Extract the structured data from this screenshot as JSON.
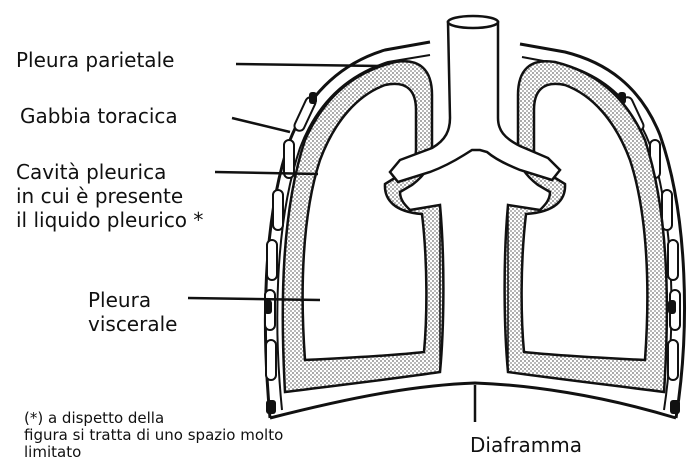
{
  "labels": {
    "pleura_parietale": "Pleura parietale",
    "gabbia_toracica": "Gabbia toracica",
    "cavita_pleurica": {
      "line1": "Cavità pleurica",
      "line2": "in cui  è presente",
      "line3": "il liquido pleurico *"
    },
    "pleura_viscerale": {
      "line1": "Pleura",
      "line2": "viscerale"
    },
    "diaframma": "Diaframma",
    "note": {
      "line1": "(*) a dispetto della",
      "line2": "figura si tratta di uno spazio molto",
      "line3": "limitato"
    }
  },
  "colors": {
    "ink": "#111111",
    "stipple": "#7a7a7a",
    "background": "#ffffff"
  }
}
